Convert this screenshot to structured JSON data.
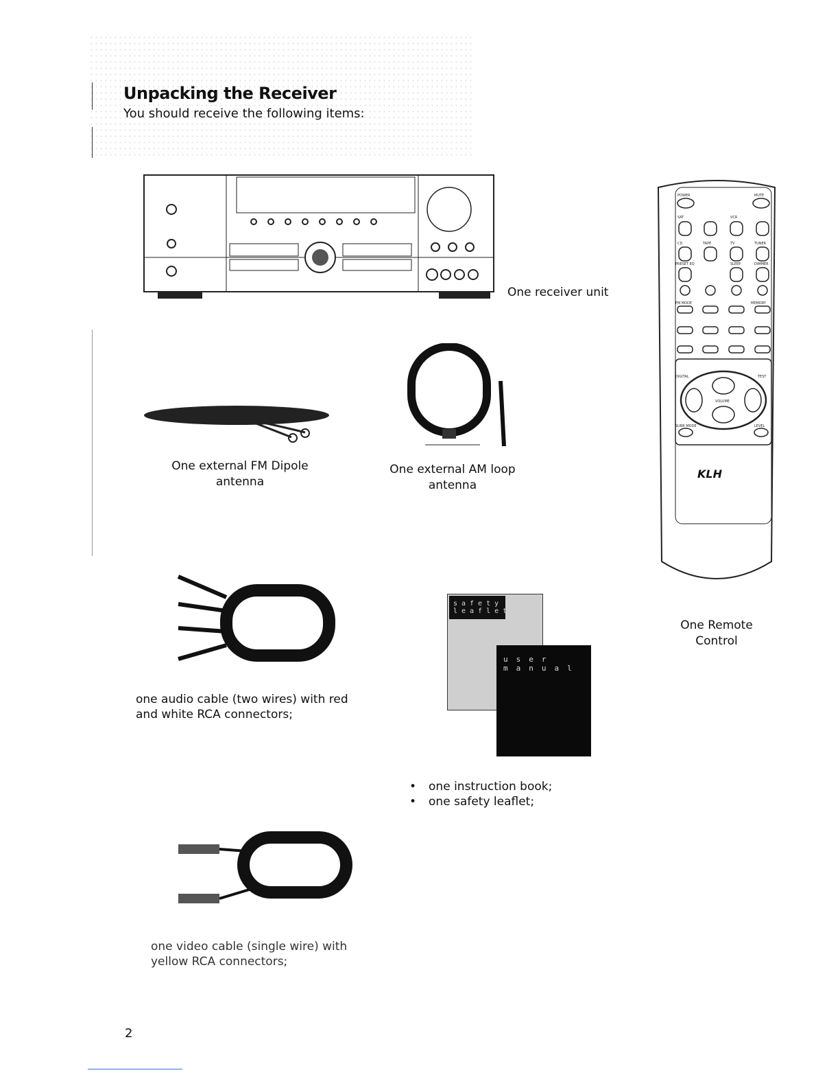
{
  "header": {
    "title": "Unpacking the Receiver",
    "subtitle": "You should receive the following items:"
  },
  "items": {
    "receiver": "One receiver unit",
    "fm_antenna": [
      "One external FM Dipole",
      "antenna"
    ],
    "am_antenna": [
      "One external AM loop",
      "antenna"
    ],
    "remote": [
      "One Remote",
      "Control"
    ],
    "audio_cable": [
      "one audio cable (two wires) with red",
      "and white RCA connectors;"
    ],
    "video_cable": [
      "one video cable (single wire) with",
      "yellow RCA connectors;"
    ],
    "books": [
      "one instruction book;",
      "one safety leaflet;"
    ]
  },
  "booklets": {
    "safety": "safety leaflet",
    "manual": "user manual"
  },
  "remote_labels": {
    "power": "POWER",
    "mute": "MUTE",
    "sat": "SAT",
    "vcr": "VCR",
    "cd": "CD",
    "tape": "TAPE",
    "tv": "TV",
    "tuner": "TUNER",
    "preset": "PRESET EQ",
    "sleep": "SLEEP",
    "dimmer": "DIMMER",
    "fm_mode": "FM MODE",
    "memory": "MEMORY",
    "digital": "DIGITAL",
    "test": "TEST",
    "volume": "VOLUME",
    "surr": "SURR MODE",
    "level": "LEVEL",
    "brand": "KLH"
  },
  "page_number": "2"
}
